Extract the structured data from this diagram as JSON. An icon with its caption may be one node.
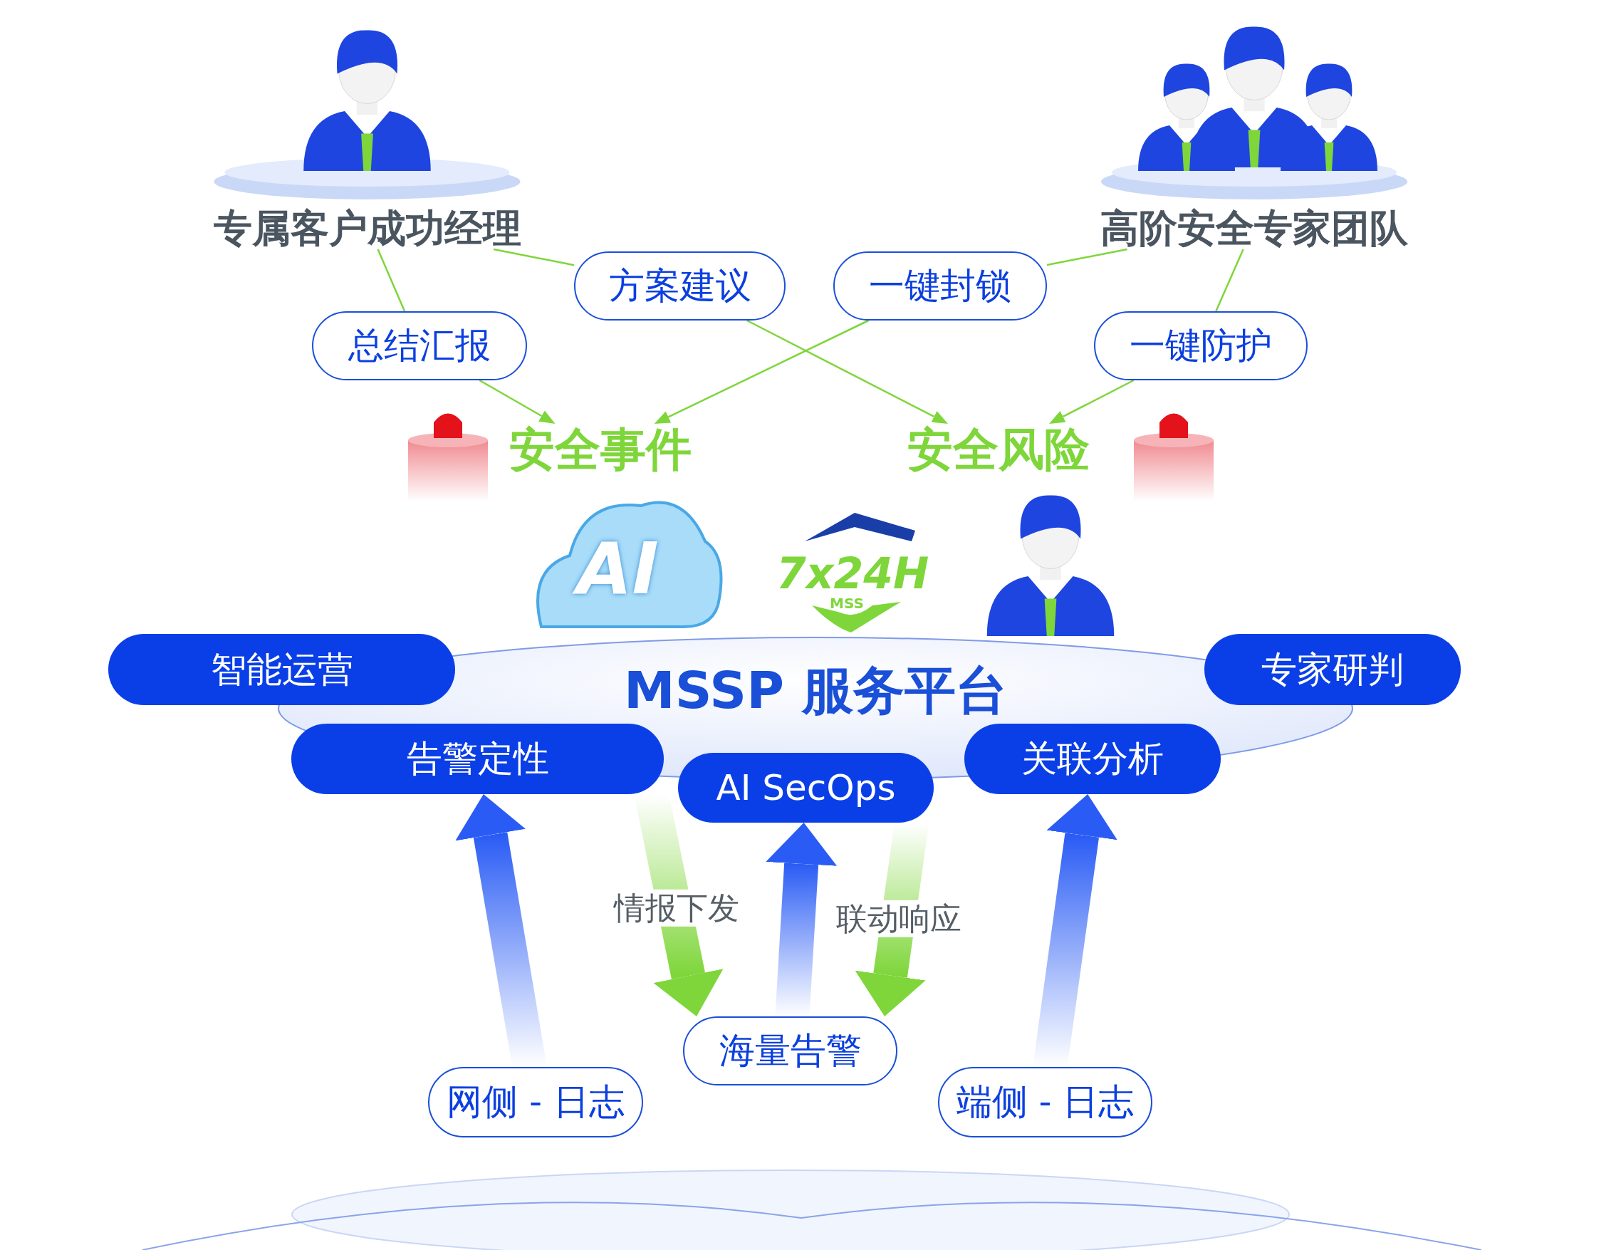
{
  "diagram": {
    "nodes": [
      {
        "text": [
          "专属客户成功经理"
        ]
      },
      {
        "text": [
          "高阶安全专家团队"
        ]
      },
      {
        "text": [
          "方案建议"
        ]
      },
      {
        "text": [
          "一键封锁"
        ]
      },
      {
        "text": [
          "总结汇报"
        ]
      },
      {
        "text": [
          "一键防护"
        ]
      },
      {
        "text": [
          "安全事件"
        ]
      },
      {
        "text": [
          "安全风险"
        ]
      },
      {
        "text": [
          "MSSP 服务平台"
        ]
      },
      {
        "text": [
          "智能运营"
        ]
      },
      {
        "text": [
          "专家研判"
        ]
      },
      {
        "text": [
          "告警定性"
        ]
      },
      {
        "text": [
          "关联分析"
        ]
      },
      {
        "text": [
          "AI SecOps"
        ]
      },
      {
        "text": [
          "海量告警"
        ]
      },
      {
        "text": [
          "网侧 - 日志"
        ]
      },
      {
        "text": [
          "端侧 - 日志"
        ]
      }
    ],
    "edges": [
      {
        "from": 0,
        "to": 2,
        "arrow": "none"
      },
      {
        "from": 2,
        "to": 7,
        "arrow": "to"
      },
      {
        "from": 0,
        "to": 4,
        "arrow": "none"
      },
      {
        "from": 4,
        "to": 6,
        "arrow": "to"
      },
      {
        "from": 1,
        "to": 3,
        "arrow": "none"
      },
      {
        "from": 3,
        "to": 6,
        "arrow": "to"
      },
      {
        "from": 1,
        "to": 5,
        "arrow": "none"
      },
      {
        "from": 5,
        "to": 7,
        "arrow": "to"
      },
      {
        "from": 11,
        "to": 14,
        "arrow": "to",
        "label": "情报下发",
        "style": "thick"
      },
      {
        "from": 13,
        "to": 14,
        "arrow": "to",
        "label": "联动响应",
        "style": "thick"
      },
      {
        "from": 14,
        "to": 13,
        "arrow": "to",
        "style": "thick",
        "color": "#2a5cf5"
      },
      {
        "from": 15,
        "to": 11,
        "arrow": "to",
        "style": "thick",
        "color": "#2a5cf5"
      },
      {
        "from": 16,
        "to": 12,
        "arrow": "to",
        "style": "thick",
        "color": "#2a5cf5"
      }
    ],
    "labels": [
      "AI",
      "7x24H",
      "MSS"
    ]
  }
}
